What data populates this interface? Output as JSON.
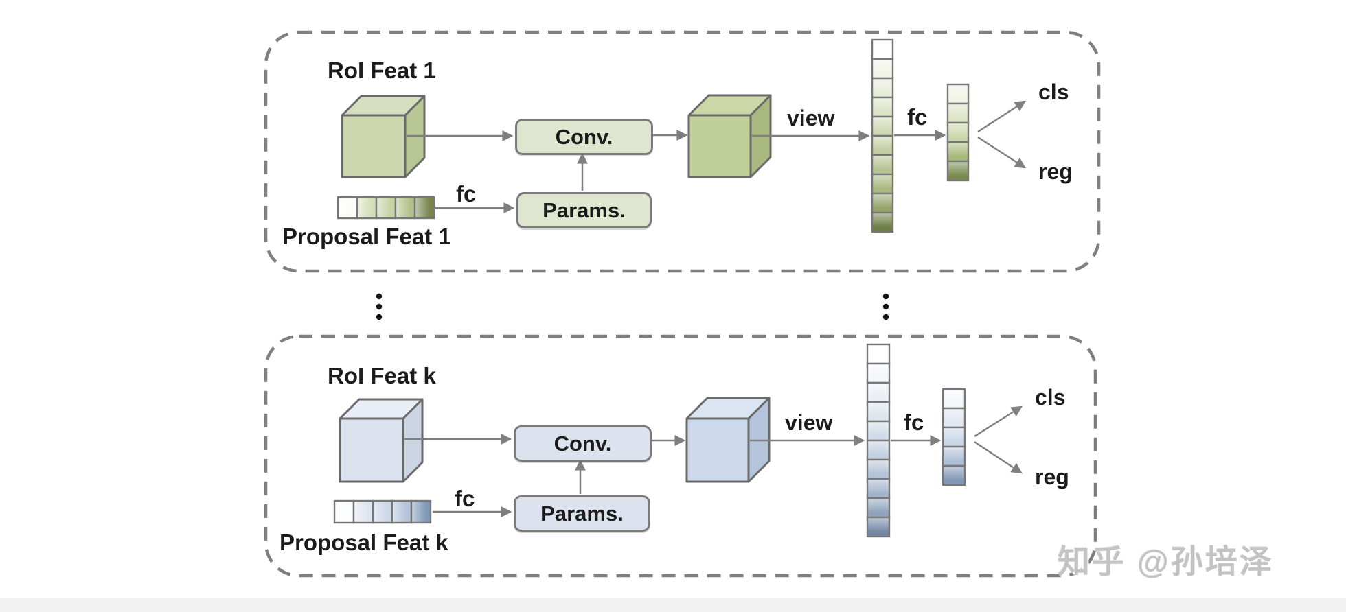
{
  "watermark": "知乎 @孙培泽",
  "colors": {
    "text": "#1b1b1b",
    "arrow": "#7f7f7f",
    "panel_border": "#7f7f7f",
    "box_border": "#7a7a7a",
    "cube_stroke": "#6a6a6a",
    "cell_stroke": "#777777",
    "box_fill_green": "#dee6cf",
    "box_fill_blue": "#dce3ef",
    "dot": "#111111",
    "watermark": "#c3c3c3",
    "bottom_bar": "#f1f1f2"
  },
  "panels": [
    {
      "roi_label": "RoI Feat 1",
      "proposal_label": "Proposal Feat 1",
      "conv_label": "Conv.",
      "params_label": "Params.",
      "fc_in_label": "fc",
      "fc_out_label": "fc",
      "view_label": "view",
      "cls_label": "cls",
      "reg_label": "reg",
      "cube1": {
        "front": "#ccd6ae",
        "top": "#d8dfc0",
        "side": "#b9c795"
      },
      "cube2": {
        "front": "#c1cf99",
        "top": "#cdd6a7",
        "side": "#a8b87e"
      },
      "strip_proposal": [
        "#fbfcf8",
        "#d5deb9",
        "#c7d2a5",
        "#b2c189",
        "#79874f"
      ],
      "strip_tall": [
        "#ffffff",
        "#f1f4e7",
        "#e7ecd8",
        "#dbe2c6",
        "#cfd8b4",
        "#c3cea2",
        "#b6c392",
        "#a9b880",
        "#94a46b",
        "#6e7e44"
      ],
      "strip_small": [
        "#f1f4e6",
        "#dde5c6",
        "#ccd7ab",
        "#a9ba7d",
        "#798a4f"
      ]
    },
    {
      "roi_label": "RoI Feat k",
      "proposal_label": "Proposal Feat k",
      "conv_label": "Conv.",
      "params_label": "Params.",
      "fc_in_label": "fc",
      "fc_out_label": "fc",
      "view_label": "view",
      "cls_label": "cls",
      "reg_label": "reg",
      "cube1": {
        "front": "#dde3ee",
        "top": "#e9edf5",
        "side": "#ccd5e4"
      },
      "cube2": {
        "front": "#ccd9ea",
        "top": "#dbe4f1",
        "side": "#b4c4da"
      },
      "strip_proposal": [
        "#fcfdfe",
        "#dfe5ef",
        "#ccd7e7",
        "#b3c3d9",
        "#8099b8"
      ],
      "strip_tall": [
        "#ffffff",
        "#f4f6fa",
        "#eaeef5",
        "#dde4ee",
        "#d0dae8",
        "#c3cfe1",
        "#b4c4d8",
        "#a3b5cd",
        "#8fa3bd",
        "#7488a5"
      ],
      "strip_small": [
        "#f3f6fb",
        "#e0e7f1",
        "#cbd7e7",
        "#afc1d7",
        "#8197b5"
      ]
    }
  ]
}
